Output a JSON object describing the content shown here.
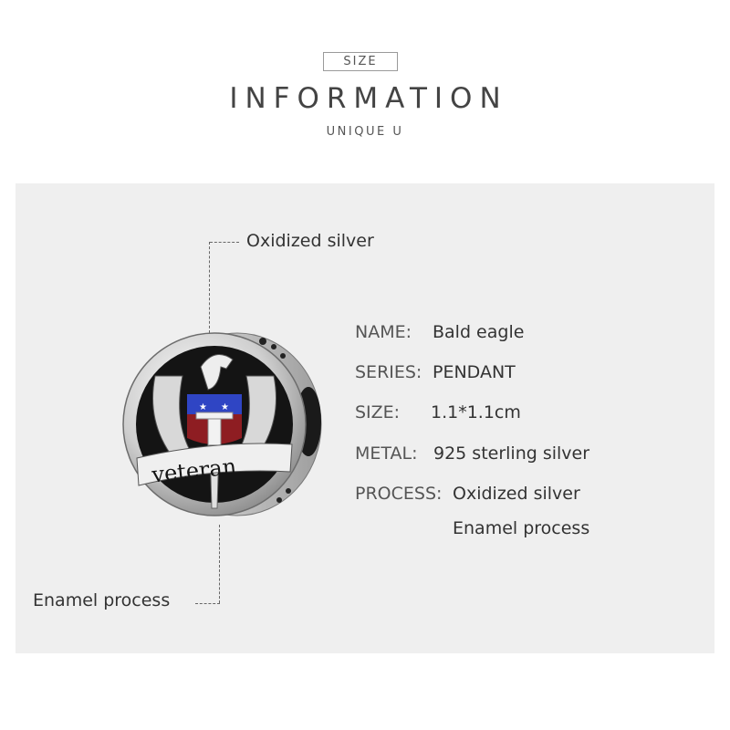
{
  "header": {
    "tag": "SIZE",
    "title": "INFORMATION",
    "subtitle": "UNIQUE U"
  },
  "callouts": {
    "top": "Oxidized silver",
    "bottom": "Enamel process"
  },
  "product_image": {
    "alt": "Bald eagle veteran charm",
    "engraving": "veteran",
    "colors": {
      "silver": "#d9d9d9",
      "oxidized": "#141414",
      "enamel_blue": "#2f45c4",
      "enamel_red": "#8e1d22",
      "enamel_white": "#f2f2f2"
    }
  },
  "specs": [
    {
      "label": "NAME:",
      "value": "Bald eagle"
    },
    {
      "label": "SERIES:",
      "value": "PENDANT"
    },
    {
      "label": "SIZE:",
      "value": "1.1*1.1cm"
    },
    {
      "label": "METAL:",
      "value": "925 sterling silver"
    },
    {
      "label": "PROCESS:",
      "value": "Oxidized silver"
    },
    {
      "label": "",
      "value": "Enamel process"
    }
  ],
  "colors": {
    "panel_bg": "#efefef",
    "text": "#333333",
    "label": "#555555"
  }
}
